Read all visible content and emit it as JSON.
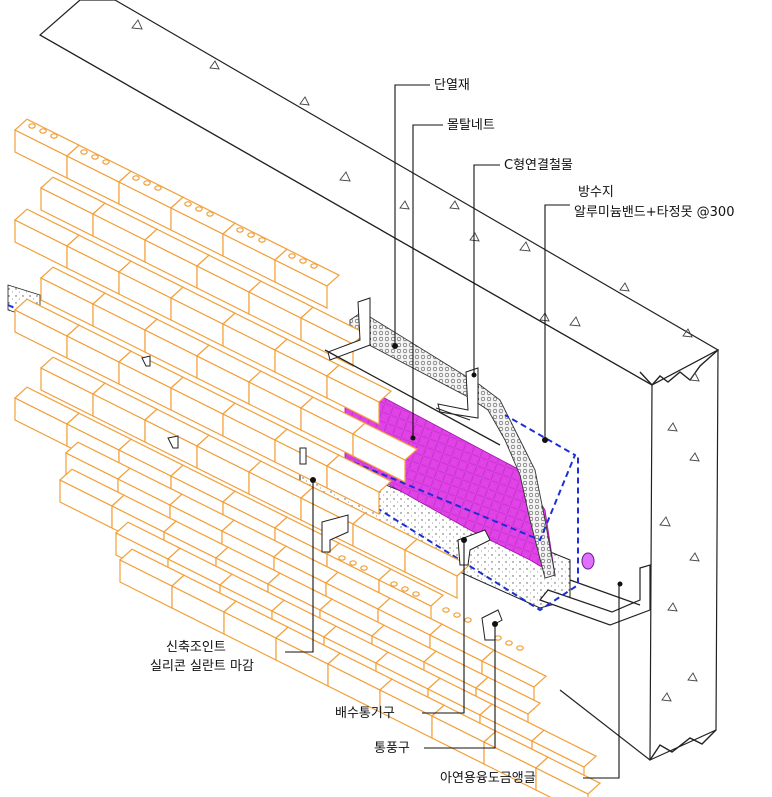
{
  "labels": {
    "insulation": "단열재",
    "mortar_net": "몰탈네트",
    "c_tie": "C형연결철물",
    "waterproof_line1": "방수지",
    "waterproof_line2": "알루미늄밴드+타정못 @300",
    "joint_line1": "신축조인트",
    "joint_line2": "실리콘 실란트 마감",
    "drain": "배수통기구",
    "vent": "통풍구",
    "angle": "아연용융도금앵글"
  },
  "colors": {
    "brick_stroke": "#f2a03a",
    "concrete_stroke": "#222222",
    "leader_line": "#111111",
    "dashed_outline": "#1d2fd4",
    "membrane_fill": "#e43ee8",
    "membrane_mesh": "#9a14a8",
    "drain_accent": "#e070ff"
  }
}
